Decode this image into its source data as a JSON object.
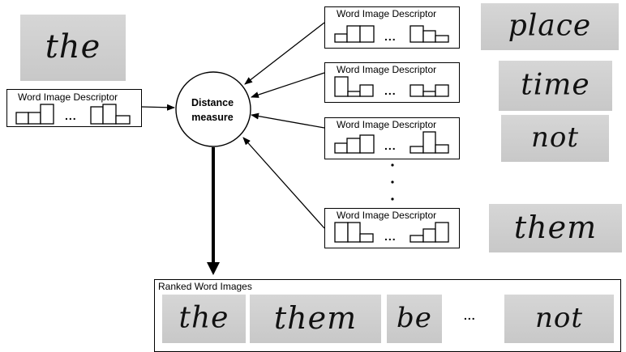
{
  "query": {
    "image_word": "the",
    "descriptor_title": "Word Image Descriptor"
  },
  "distance": {
    "line1": "Distance",
    "line2": "measure"
  },
  "database": [
    {
      "descriptor_title": "Word Image Descriptor",
      "image_word": "place"
    },
    {
      "descriptor_title": "Word Image Descriptor",
      "image_word": "time"
    },
    {
      "descriptor_title": "Word Image Descriptor",
      "image_word": "not"
    },
    {
      "descriptor_title": "Word Image Descriptor",
      "image_word": "them"
    }
  ],
  "ellipsis": "...",
  "ranked": {
    "title": "Ranked Word Images",
    "words": [
      "the",
      "them",
      "be",
      "not"
    ],
    "ellipsis": "..."
  },
  "colors": {
    "line": "#000000",
    "image_bg": "#cfcfcf",
    "ink": "#111111"
  }
}
